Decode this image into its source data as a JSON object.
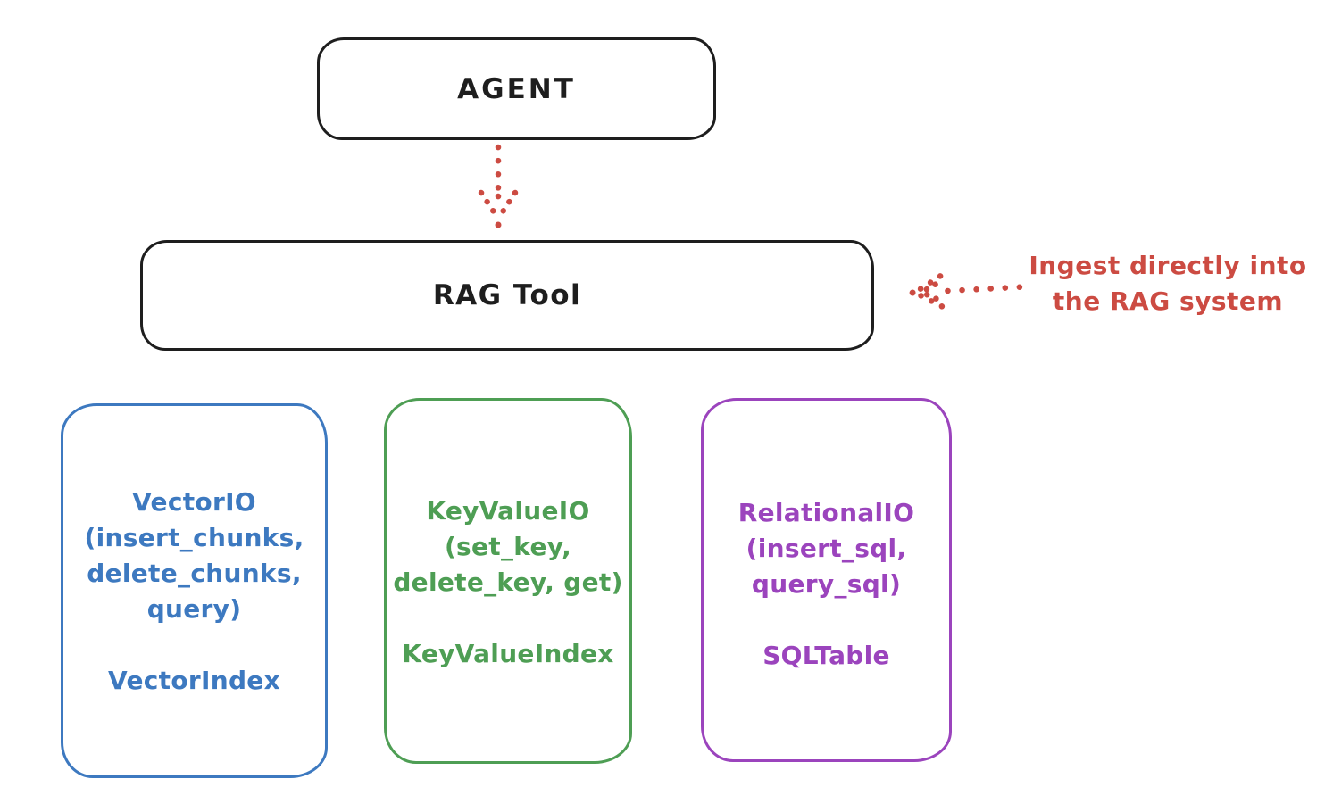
{
  "diagram": {
    "background": "#ffffff",
    "stroke_color": "#1e1e1e",
    "agent_box": {
      "label": "AGENT"
    },
    "rag_tool_box": {
      "label": "RAG Tool"
    },
    "annotation": {
      "line1": "Ingest directly into",
      "line2": "the RAG system",
      "color": "#cc4b42"
    },
    "arrows": [
      {
        "name": "agent-to-rag-tool",
        "style": "dotted",
        "direction": "down",
        "color": "#cc4b42"
      },
      {
        "name": "annotation-to-rag-tool",
        "style": "dotted",
        "direction": "left",
        "color": "#cc4b42"
      }
    ],
    "io_boxes": [
      {
        "title": "VectorIO",
        "lines": [
          "VectorIO",
          "(insert_chunks,",
          "delete_chunks,",
          "query)"
        ],
        "index_label": "VectorIndex",
        "color": "#3d79c0"
      },
      {
        "title": "KeyValueIO",
        "lines": [
          "KeyValueIO",
          "(set_key,",
          "delete_key, get)"
        ],
        "index_label": "KeyValueIndex",
        "color": "#4e9e54"
      },
      {
        "title": "RelationalIO",
        "lines": [
          "RelationalIO",
          "(insert_sql,",
          "query_sql)"
        ],
        "index_label": "SQLTable",
        "color": "#9b44bd"
      }
    ]
  }
}
